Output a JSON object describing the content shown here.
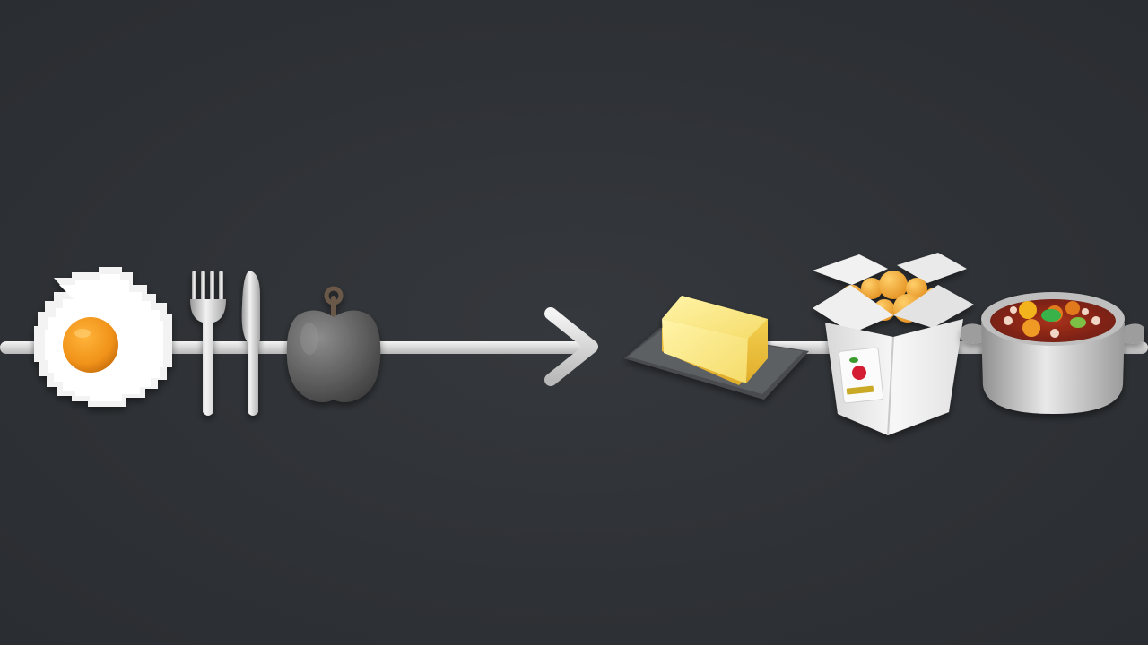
{
  "scene": {
    "background_color": "#2f3236",
    "line_color": "#d9d9d9",
    "left_items": [
      "fried-egg",
      "fork",
      "knife",
      "gray-apple"
    ],
    "right_items": [
      "butter",
      "takeout-box",
      "stew-pot"
    ],
    "connector": "right-arrow"
  }
}
